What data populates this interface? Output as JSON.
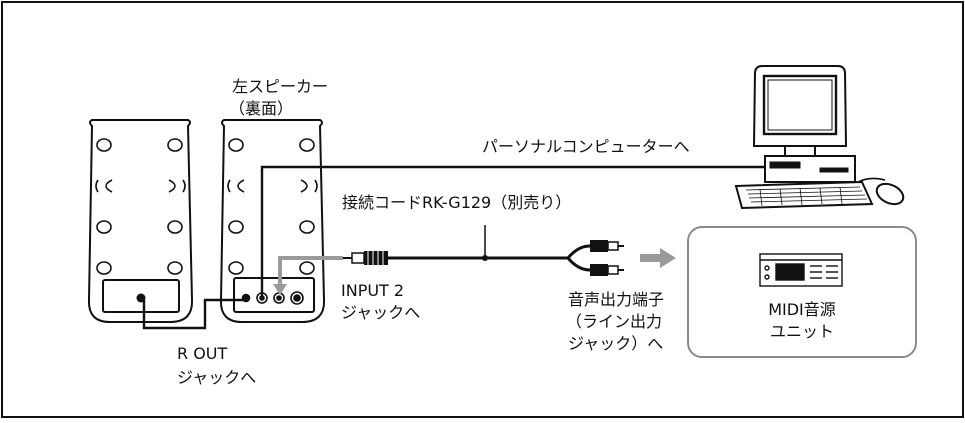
{
  "labels": {
    "left_speaker_title": "左スピーカー",
    "left_speaker_sub": "（裏面）",
    "to_pc": "パーソナルコンピューターへ",
    "cord": "接続コードRK-G129（別売り）",
    "input2_line1": "INPUT 2",
    "input2_line2": "ジャックへ",
    "rout_line1": "R OUT",
    "rout_line2": "ジャックへ",
    "audio_out_line1": "音声出力端子",
    "audio_out_line2": "（ライン出力",
    "audio_out_line3": "ジャック）へ",
    "midi_line1": "MIDI音源",
    "midi_line2": "ユニット"
  },
  "colors": {
    "line": "#111111",
    "gray": "#9a9a9a",
    "box_border": "#8a8a8a"
  }
}
